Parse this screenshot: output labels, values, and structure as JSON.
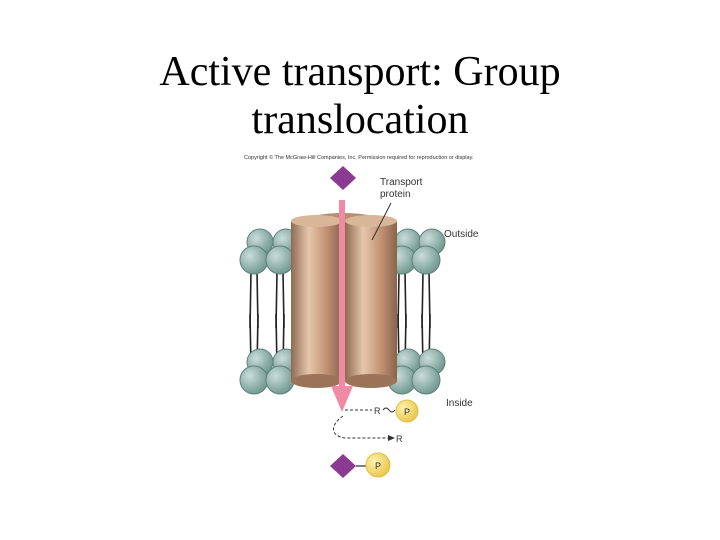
{
  "slide": {
    "title_line1": "Active transport: Group",
    "title_line2": "translocation"
  },
  "figure": {
    "copyright": "Copyright © The McGraw-Hill Companies, Inc. Permission required for reproduction or display.",
    "label_transport_protein_1": "Transport",
    "label_transport_protein_2": "protein",
    "label_outside": "Outside",
    "label_inside": "Inside",
    "label_r_top": "R",
    "label_r_bottom": "R",
    "label_p_top": "P",
    "label_p_bottom": "P"
  },
  "colors": {
    "substrate_diamond": "#8b3a8f",
    "phosphate": "#f3d35a",
    "phospholipid_head": "#8fb3ab",
    "protein": "#c49a7c",
    "arrow": "#f08aa5"
  }
}
